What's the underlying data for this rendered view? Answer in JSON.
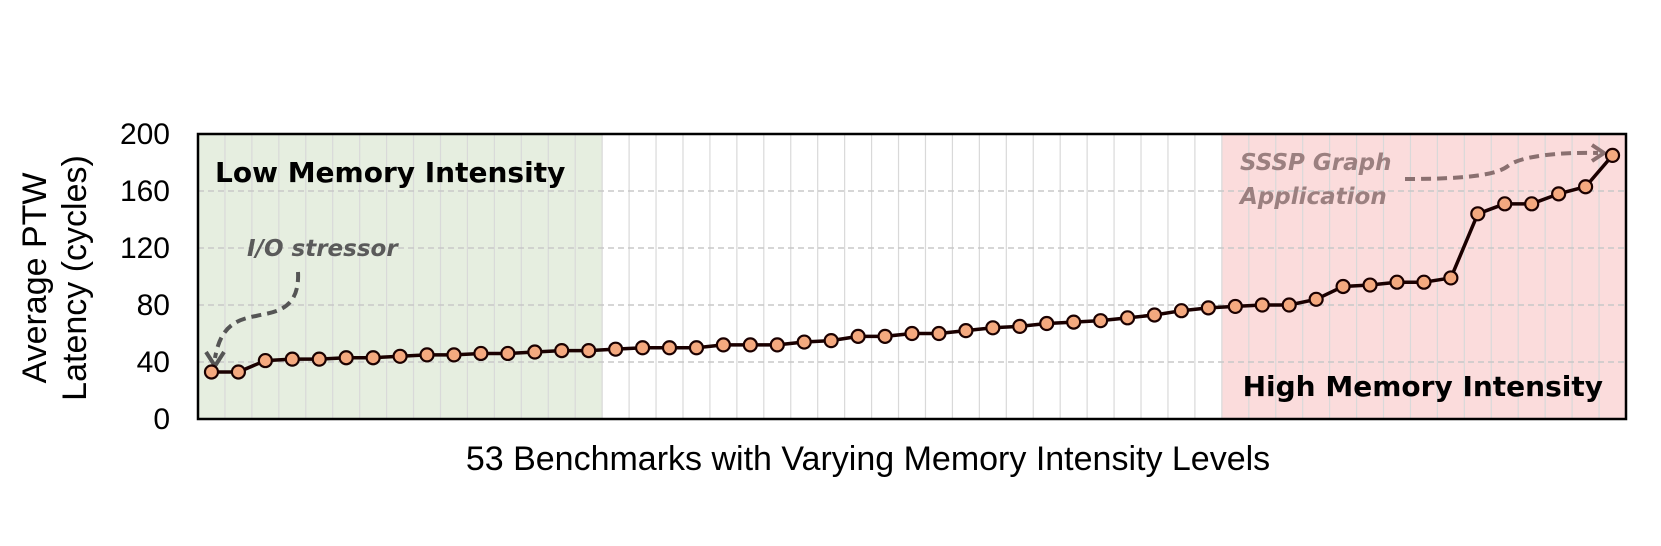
{
  "chart_data": {
    "type": "line",
    "title": "",
    "xlabel": "53 Benchmarks with Varying Memory Intensity Levels",
    "ylabel_lines": [
      "Average PTW",
      "Latency (cycles)"
    ],
    "ylim": [
      0,
      200
    ],
    "yticks": [
      0,
      40,
      80,
      120,
      160,
      200
    ],
    "grid": true,
    "x_count": 53,
    "series": [
      {
        "values": [
          33,
          33,
          41,
          42,
          42,
          43,
          43,
          44,
          45,
          45,
          46,
          46,
          47,
          48,
          48,
          49,
          50,
          50,
          50,
          52,
          52,
          52,
          54,
          55,
          58,
          58,
          60,
          60,
          62,
          64,
          65,
          67,
          68,
          69,
          71,
          73,
          76,
          78,
          79,
          80,
          80,
          84,
          93,
          94,
          96,
          96,
          99,
          144,
          151,
          151,
          158,
          163,
          185
        ],
        "color": "#1a0000",
        "marker_color": "#f4a97f"
      }
    ],
    "regions": [
      {
        "label": "Low Memory Intensity",
        "from_index": 0,
        "to_index": 14,
        "color": "#e6eee0"
      },
      {
        "label": "High Memory Intensity",
        "from_index": 38,
        "to_index": 52,
        "color": "#fbdcdc"
      }
    ],
    "annotations": [
      {
        "text": "I/O stressor",
        "point_index": 0,
        "color": "#5a5a5a"
      },
      {
        "text_lines": [
          "SSSP Graph",
          "Application"
        ],
        "point_index": 52,
        "color": "#9b8080"
      }
    ]
  }
}
